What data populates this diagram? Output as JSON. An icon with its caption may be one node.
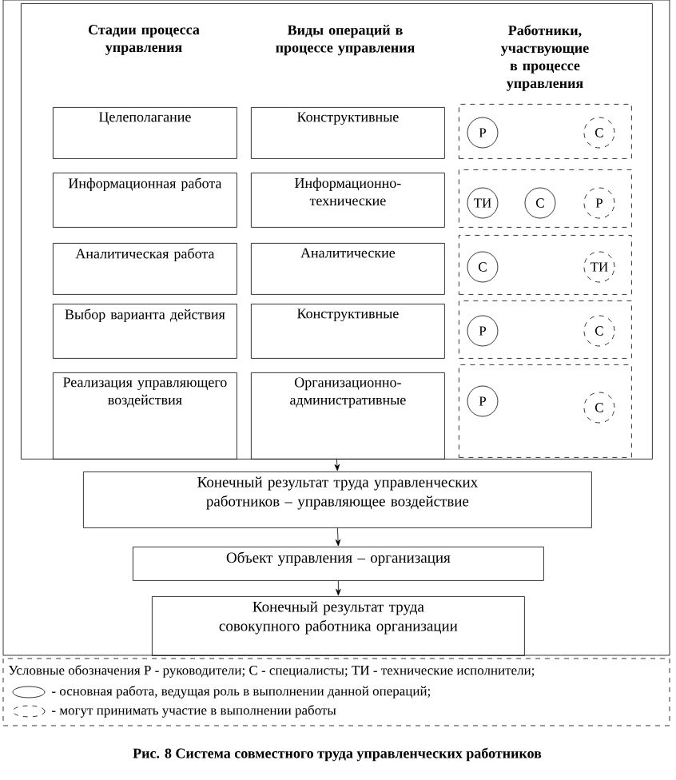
{
  "diagram": {
    "caption": "Рис. 8 Система совместного труда управленческих работников",
    "nodes": [
      {
        "text": [],
        "shape": "box"
      },
      {
        "text": [
          "Целеполагание"
        ],
        "in": 0
      },
      {
        "text": [
          "Конструктивные"
        ],
        "in": 0
      },
      {
        "text": [],
        "shape": "box",
        "in": 0
      },
      {
        "text": [
          "Р"
        ],
        "in": 3
      },
      {
        "text": [
          "С"
        ],
        "in": 3
      },
      {
        "text": [
          "Информационная работа"
        ],
        "in": 0
      },
      {
        "text": [
          "Информационно-технические"
        ],
        "in": 0
      },
      {
        "text": [],
        "shape": "box",
        "in": 0
      },
      {
        "text": [
          "ТИ"
        ],
        "in": 8
      },
      {
        "text": [
          "С"
        ],
        "in": 8
      },
      {
        "text": [
          "Р"
        ],
        "in": 8
      },
      {
        "text": [
          "Аналитическая работа"
        ],
        "in": 0
      },
      {
        "text": [
          "Аналитические"
        ],
        "in": 0
      },
      {
        "text": [],
        "shape": "box",
        "in": 0
      },
      {
        "text": [
          "С"
        ],
        "in": 14
      },
      {
        "text": [
          "ТИ"
        ],
        "in": 14
      },
      {
        "text": [
          "Выбор варианта действия"
        ],
        "in": 0
      },
      {
        "text": [
          "Конструктивные"
        ],
        "in": 0
      },
      {
        "text": [],
        "shape": "box",
        "in": 0
      },
      {
        "text": [
          "Р"
        ],
        "in": 19
      },
      {
        "text": [
          "С"
        ],
        "in": 19
      },
      {
        "text": [
          "Реализация управляющего воздействия"
        ],
        "in": 0
      },
      {
        "text": [
          "Организационно-административные"
        ],
        "in": 0
      },
      {
        "text": [],
        "shape": "box",
        "in": 0
      },
      {
        "text": [
          "Р"
        ],
        "in": 24
      },
      {
        "text": [
          "С"
        ],
        "in": 24
      },
      {
        "text": [
          "Конечный результат труда управленческих работников – управляющее воздействие"
        ]
      },
      {
        "text": [
          "Объект управления – организация"
        ]
      },
      {
        "text": [
          "Конечный результат труда совокупного работника организации"
        ]
      }
    ],
    "edges": [
      {
        "from": 0,
        "to": 27,
        "arrow": "to"
      },
      {
        "from": 27,
        "to": 28,
        "arrow": "to"
      },
      {
        "from": 28,
        "to": 29,
        "arrow": "to"
      }
    ],
    "labels": [
      "Стадии процесса управления",
      "Виды операций в процессе управления",
      "Работники, участвующие в процессе управления",
      "Условные обозначения Р - руководители; С - специалисты; ТИ - технические исполнители;"
    ],
    "legend": [
      {
        "text": "- основная работа, ведущая роль в выполнении данной операций;"
      },
      {
        "text": "- могут принимать участие в выполнении работы"
      }
    ]
  }
}
